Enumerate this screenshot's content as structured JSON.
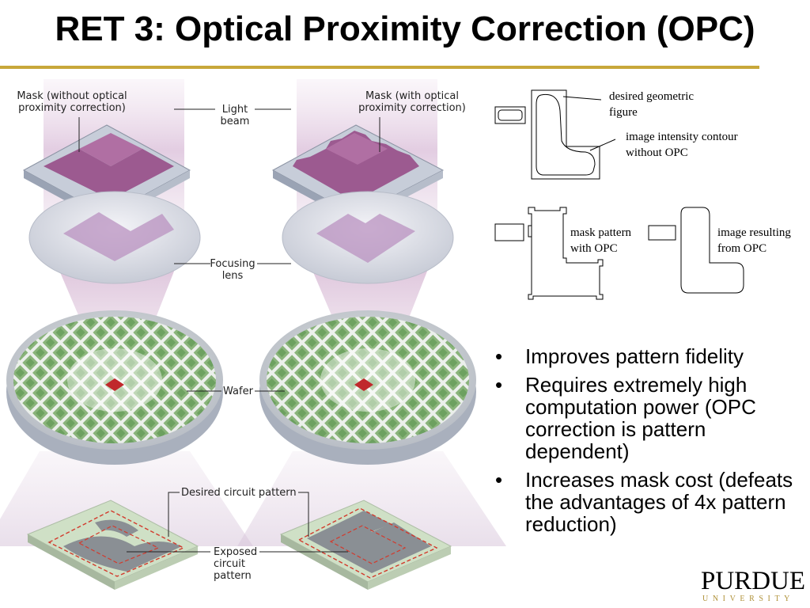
{
  "slide": {
    "title": "RET 3: Optical Proximity Correction (OPC)"
  },
  "illustration": {
    "mask_without": "Mask (without optical proximity correction)",
    "mask_with": "Mask (with optical proximity correction)",
    "light_beam": "Light beam",
    "focusing_lens": "Focusing lens",
    "wafer": "Wafer",
    "desired_pattern": "Desired circuit pattern",
    "exposed_pattern": "Exposed circuit pattern"
  },
  "diagram": {
    "desired_figure": "desired geometric figure",
    "intensity_contour": "image intensity contour without OPC",
    "mask_pattern": "mask pattern with OPC",
    "image_resulting": "image resulting from OPC"
  },
  "bullets": [
    "Improves pattern fidelity",
    "Requires extremely high computation power (OPC correction is pattern dependent)",
    "Increases mask cost (defeats the advantages of 4x pattern reduction)"
  ],
  "logo": {
    "name": "PURDUE",
    "sub": "UNIVERSITY"
  }
}
